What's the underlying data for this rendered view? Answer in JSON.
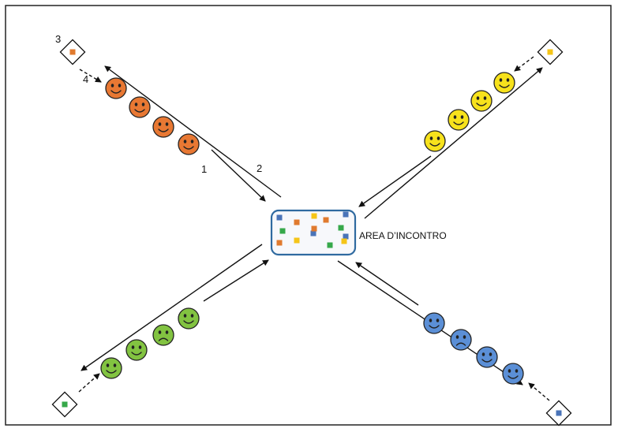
{
  "meeting_area": {
    "label": "AREA D’INCONTRO",
    "tokens": [
      {
        "color": "#4a74b8"
      },
      {
        "color": "#e07a2e"
      },
      {
        "color": "#f5c518"
      },
      {
        "color": "#4a74b8"
      },
      {
        "color": "#36a84a"
      },
      {
        "color": "#e07a2e"
      },
      {
        "color": "#4a74b8"
      },
      {
        "color": "#36a84a"
      },
      {
        "color": "#e07a2e"
      },
      {
        "color": "#f5c518"
      },
      {
        "color": "#4a74b8"
      },
      {
        "color": "#36a84a"
      },
      {
        "color": "#e07a2e"
      },
      {
        "color": "#f5c518"
      }
    ]
  },
  "step_numbers": {
    "one": "1",
    "two": "2",
    "three": "3",
    "four": "4"
  },
  "groups": [
    {
      "id": "orange",
      "color": "#e87833",
      "box_token_color": "#e07a2e",
      "faces": [
        "happy",
        "happy",
        "happy",
        "happy"
      ]
    },
    {
      "id": "yellow",
      "color": "#f7e21c",
      "box_token_color": "#f5c518",
      "faces": [
        "happy",
        "happy",
        "happy",
        "happy"
      ]
    },
    {
      "id": "green",
      "color": "#82c341",
      "box_token_color": "#36a84a",
      "faces": [
        "happy",
        "sad",
        "happy",
        "happy"
      ]
    },
    {
      "id": "blue",
      "color": "#5b8fd6",
      "box_token_color": "#4a74b8",
      "faces": [
        "happy",
        "sad",
        "happy",
        "happy"
      ]
    }
  ],
  "colors": {
    "frame": "#222222",
    "line": "#111111",
    "area_fill": "#f7f8fb",
    "area_border": "#2f6aa0"
  }
}
